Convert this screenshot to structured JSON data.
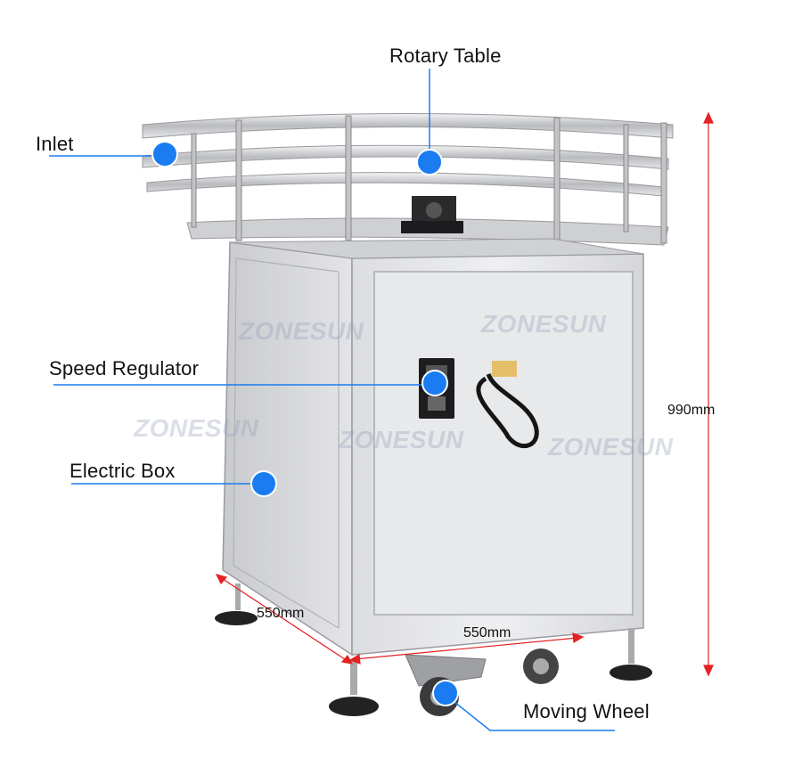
{
  "labels": {
    "rotary_table": "Rotary Table",
    "inlet": "Inlet",
    "speed_regulator": "Speed Regulator",
    "electric_box": "Electric Box",
    "moving_wheel": "Moving Wheel"
  },
  "dimensions": {
    "height": "990mm",
    "depth": "550mm",
    "width": "550mm"
  },
  "watermark": "ZONESUN",
  "colors": {
    "marker": "#1a7cf0",
    "leader_line": "#1a7cf0",
    "dimension_line": "#e32222",
    "steel": "#d9dadd"
  }
}
